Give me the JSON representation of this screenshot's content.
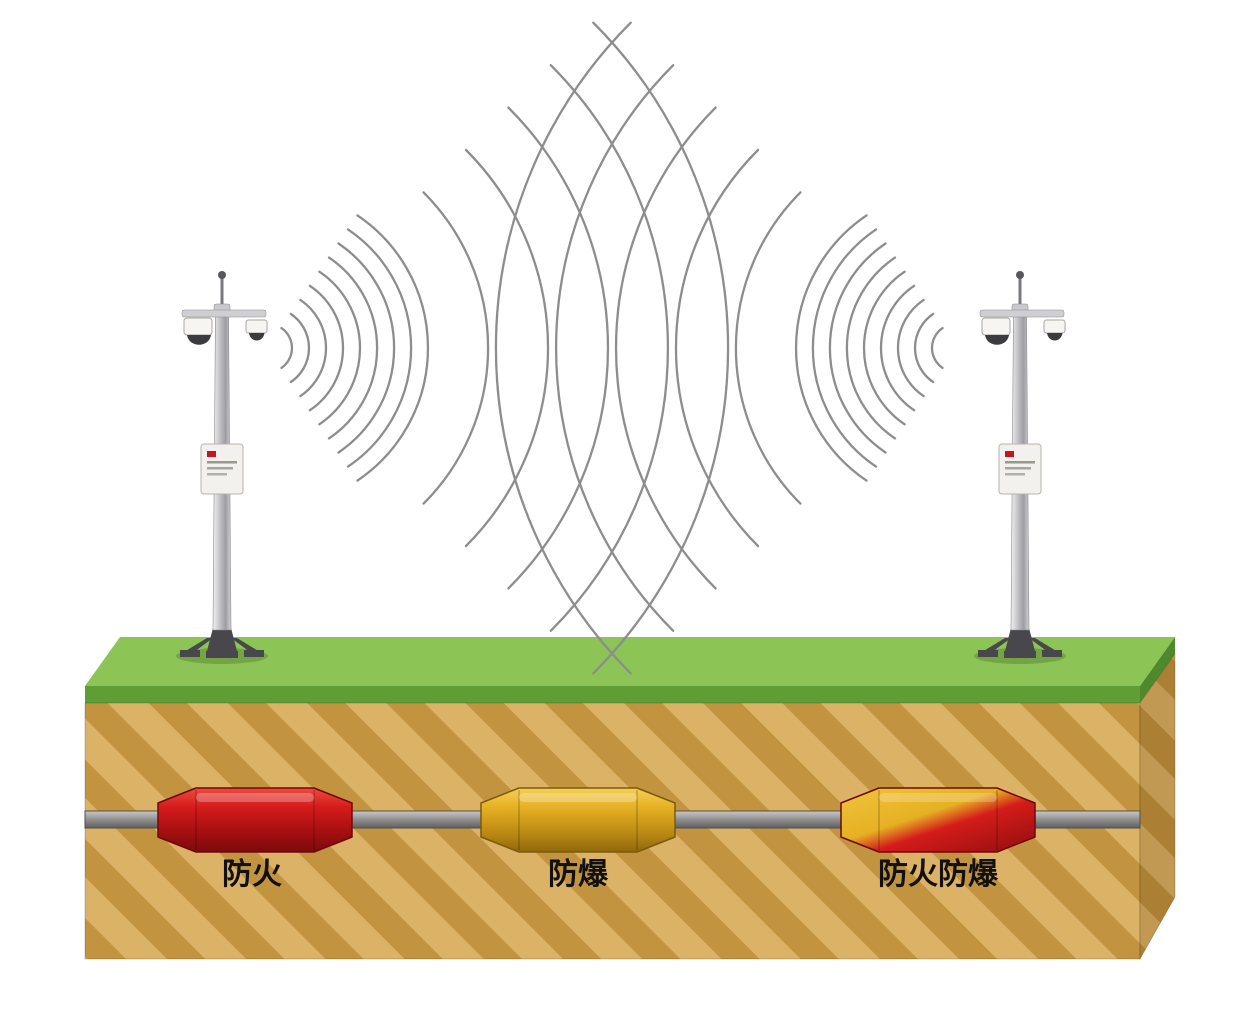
{
  "diagram": {
    "pipe_devices": [
      {
        "name": "fireproof-segment",
        "label": "防火",
        "color": "#d41c1a"
      },
      {
        "name": "explosionproof-segment",
        "label": "防爆",
        "color": "#e6b123"
      },
      {
        "name": "fireproof-explosionproof-segment",
        "label": "防火防爆",
        "colors": [
          "#e6b123",
          "#d41c1a"
        ]
      }
    ],
    "colors": {
      "grass_top": "#8cc455",
      "grass_front": "#5f9e35",
      "grass_side": "#4e8a2c",
      "soil_base": "#dcb266",
      "soil_stripe": "#c39440",
      "pipe": "#909090",
      "wave": "#8d8d8d",
      "capsule_red": "#d41c1a",
      "capsule_yellow": "#e6b123"
    }
  }
}
